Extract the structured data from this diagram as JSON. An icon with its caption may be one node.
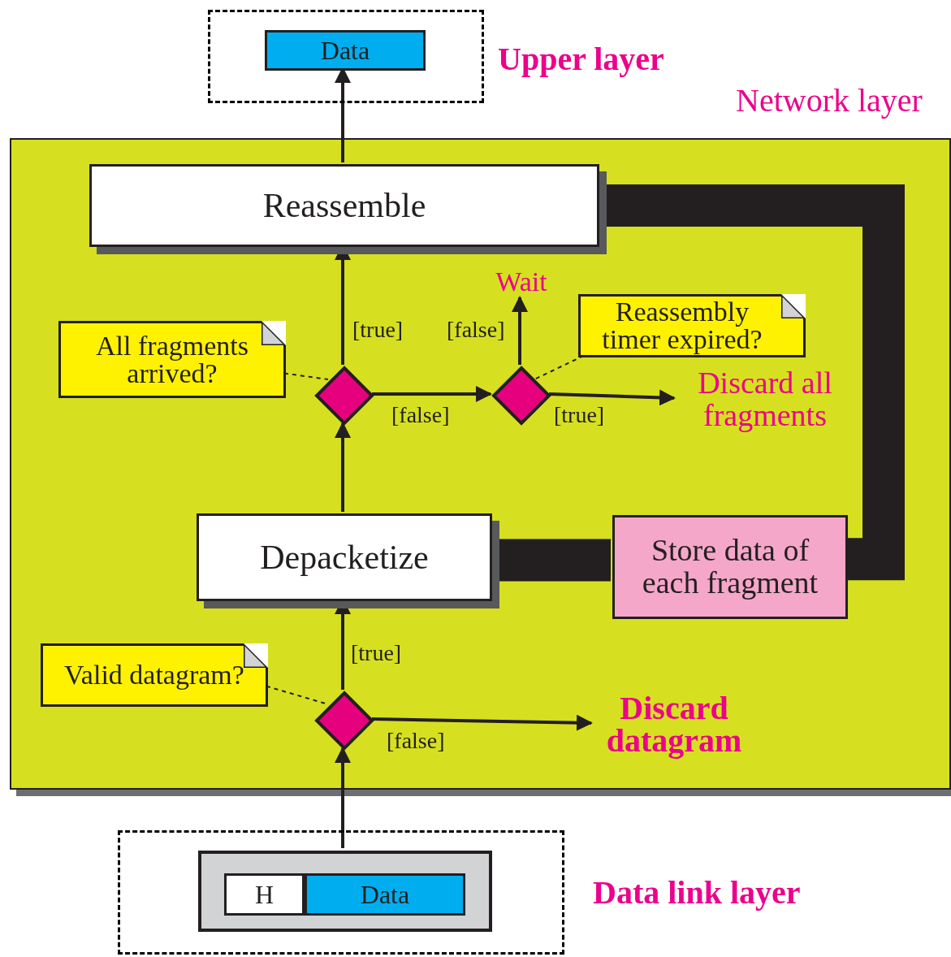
{
  "diagram": {
    "nodes": [
      {
        "text": [
          "Upper layer"
        ]
      },
      {
        "text": [
          "Data"
        ],
        "in": 0
      },
      {
        "text": [
          "Network layer"
        ]
      },
      {
        "text": [
          "Reassemble"
        ],
        "in": 2
      },
      {
        "text": [],
        "shape": "diamond",
        "in": 2
      },
      {
        "text": [
          "All fragments arrived?"
        ],
        "in": 2
      },
      {
        "text": [],
        "shape": "diamond",
        "in": 2
      },
      {
        "text": [
          "Reassembly timer expired?"
        ],
        "in": 2
      },
      {
        "text": [
          "Wait"
        ],
        "in": 2
      },
      {
        "text": [
          "Discard all fragments"
        ],
        "in": 2
      },
      {
        "text": [
          "Depacketize"
        ],
        "in": 2
      },
      {
        "text": [
          "Store data of each fragment"
        ],
        "in": 2
      },
      {
        "text": [],
        "shape": "diamond",
        "in": 2
      },
      {
        "text": [
          "Valid datagram?"
        ],
        "in": 2
      },
      {
        "text": [
          "Discard datagram"
        ],
        "in": 2
      },
      {
        "text": [
          "Data link layer"
        ]
      },
      {
        "text": [],
        "shape": "box",
        "in": 15
      },
      {
        "text": [
          "H"
        ],
        "in": 16
      },
      {
        "text": [
          "Data"
        ],
        "in": 16
      }
    ],
    "edges": [
      {
        "from": 3,
        "to": 1,
        "arrow": "to"
      },
      {
        "from": 4,
        "to": 3,
        "arrow": "to",
        "label": "[true]"
      },
      {
        "from": 4,
        "to": 6,
        "arrow": "to",
        "label": "[false]"
      },
      {
        "from": 6,
        "to": 8,
        "arrow": "to",
        "label": "[false]"
      },
      {
        "from": 6,
        "to": 9,
        "arrow": "to",
        "label": "[true]"
      },
      {
        "from": 5,
        "to": 4,
        "arrow": "none",
        "style": "dashed"
      },
      {
        "from": 7,
        "to": 6,
        "arrow": "none",
        "style": "dashed"
      },
      {
        "from": 10,
        "to": 4,
        "arrow": "to"
      },
      {
        "from": 12,
        "to": 10,
        "arrow": "to",
        "label": "[true]"
      },
      {
        "from": 12,
        "to": 14,
        "arrow": "to",
        "label": "[false]"
      },
      {
        "from": 13,
        "to": 12,
        "arrow": "none",
        "style": "dashed"
      },
      {
        "from": 16,
        "to": 12,
        "arrow": "to"
      },
      {
        "from": 10,
        "to": 11,
        "arrow": "none",
        "style": "thick"
      },
      {
        "from": 11,
        "to": 3,
        "arrow": "none",
        "style": "thick"
      }
    ]
  }
}
